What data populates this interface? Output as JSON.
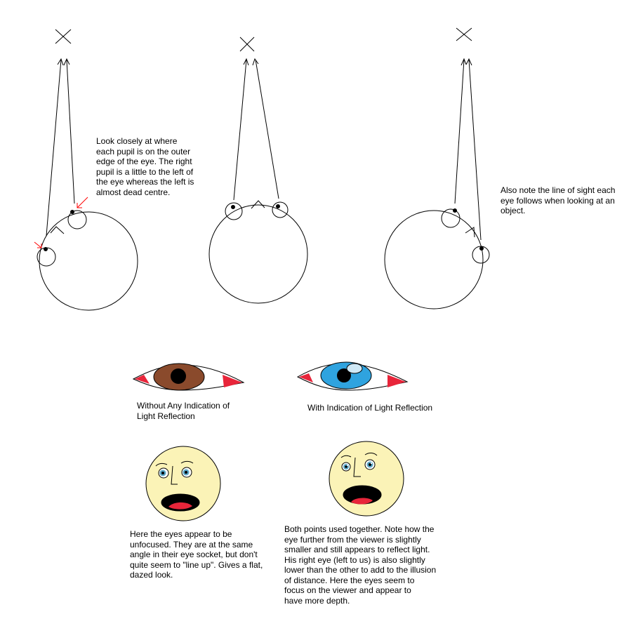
{
  "colors": {
    "ink": "#000000",
    "background": "#ffffff",
    "red_accent": "#ff0000",
    "eye_corner_red": "#e8253a",
    "brown_iris": "#8a4a2c",
    "blue_iris": "#2fa3df",
    "highlight": "#cfe8f5",
    "face_fill": "#fbf3b7",
    "mouth_tongue": "#e8253a",
    "face_iris": "#5aa7c8"
  },
  "icons": {
    "target": "cross-target-icon",
    "arrowhead": "arrowhead-icon"
  },
  "notes": {
    "pupils": "Look closely at where\neach pupil is on the outer\nedge of the eye. The right\npupil is a little to the left of\nthe eye whereas the left is\nalmost dead centre.",
    "line_of_sight": "Also note the line of sight each\neye follows when looking at an\nobject.",
    "unfocused": "Here the eyes appear to be\nunfocused. They are at the same\nangle in their eye socket, but don't\nquite seem to \"line up\". Gives a flat,\ndazed look.",
    "together": "Both points used together. Note how the\neye further from the viewer is slightly\nsmaller and still appears to reflect light.\nHis right eye (left to us) is also slightly\nlower than the other to add to the illusion\nof distance.  Here the eyes seem to\nfocus on the viewer and appear to\nhave more depth."
  },
  "captions": {
    "no_reflection": "Without Any Indication of\nLight Reflection",
    "reflection": "With Indication of Light Reflection"
  }
}
